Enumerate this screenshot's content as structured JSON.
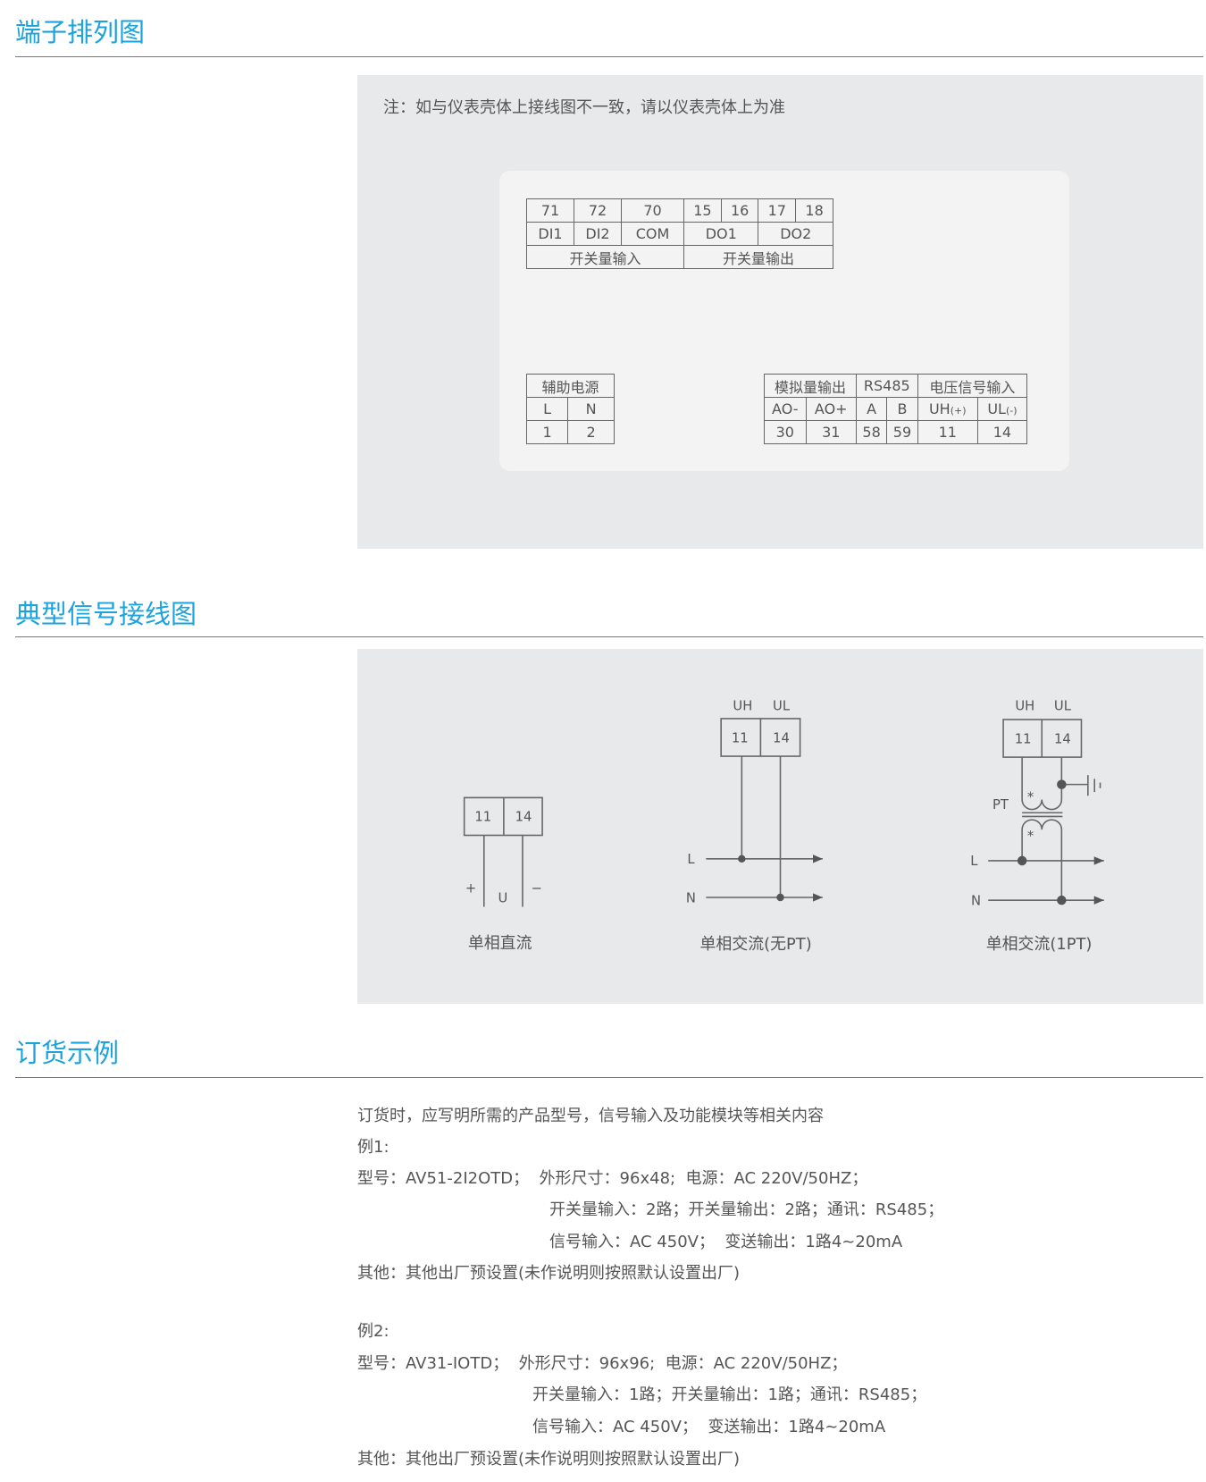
{
  "sections": {
    "terminal": {
      "title": "端子排列图",
      "note": "注：如与仪表壳体上接线图不一致，请以仪表壳体上为准"
    },
    "wiring": {
      "title": "典型信号接线图"
    },
    "order": {
      "title": "订货示例"
    }
  },
  "top_table": {
    "numbers": [
      "71",
      "72",
      "70",
      "15",
      "16",
      "17",
      "18"
    ],
    "signals": [
      "DI1",
      "DI2",
      "COM",
      "DO1",
      "DO2"
    ],
    "groups": [
      "开关量输入",
      "开关量输出"
    ]
  },
  "aux_table": {
    "title": "辅助电源",
    "labels": [
      "L",
      "N"
    ],
    "numbers": [
      "1",
      "2"
    ]
  },
  "right_table": {
    "groups": [
      "模拟量输出",
      "RS485",
      "电压信号输入"
    ],
    "labels": [
      "AO-",
      "AO+",
      "A",
      "B",
      "UH",
      "(+)",
      "UL",
      "(-)"
    ],
    "numbers": [
      "30",
      "31",
      "58",
      "59",
      "11",
      "14"
    ]
  },
  "diagrams": {
    "dc": {
      "t1": "11",
      "t2": "14",
      "plus": "+",
      "u": "U",
      "minus": "−",
      "caption": "单相直流"
    },
    "ac": {
      "uh": "UH",
      "ul": "UL",
      "t1": "11",
      "t2": "14",
      "l": "L",
      "n": "N",
      "caption": "单相交流(无PT)"
    },
    "pt": {
      "uh": "UH",
      "ul": "UL",
      "t1": "11",
      "t2": "14",
      "pt": "PT",
      "star": "*",
      "l": "L",
      "n": "N",
      "caption": "单相交流(1PT)"
    }
  },
  "order_lines": [
    "订货时，应写明所需的产品型号，信号输入及功能模块等相关内容",
    "例1:",
    "型号：AV51-2I2OTD；  外形尺寸：96x48;  电源：AC 220V/50HZ；",
    "开关量输入：2路；开关量输出：2路；通讯：RS485；",
    "信号输入：AC 450V；  变送输出：1路4~20mA",
    "其他：其他出厂预设置(未作说明则按照默认设置出厂)",
    "例2:",
    "型号：AV31-IOTD；  外形尺寸：96x96;  电源：AC 220V/50HZ；",
    "开关量输入：1路；开关量输出：1路；通讯：RS485；",
    "信号输入：AC 450V；  变送输出：1路4~20mA",
    "其他：其他出厂预设置(未作说明则按照默认设置出厂)"
  ],
  "colors": {
    "heading": "#1aa3dc",
    "panel": "#e8e9eb",
    "inner": "#f3f3f3"
  }
}
